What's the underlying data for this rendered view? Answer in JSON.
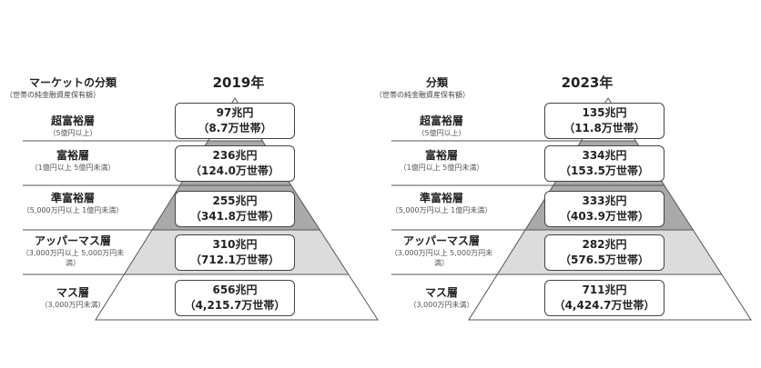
{
  "panels": [
    {
      "header": "マーケットの分類",
      "subheader": "（世帯の純金融資産保有額）",
      "year": "2019年",
      "tiers": [
        {
          "name": "超富裕層",
          "range": "（5億円以上）",
          "amount": "97兆円",
          "households": "（8.7万世帯）"
        },
        {
          "name": "富裕層",
          "range": "（1億円以上 5億円未満）",
          "amount": "236兆円",
          "households": "（124.0万世帯）"
        },
        {
          "name": "準富裕層",
          "range": "（5,000万円以上 1億円未満）",
          "amount": "255兆円",
          "households": "（341.8万世帯）"
        },
        {
          "name": "アッパーマス層",
          "range": "（3,000万円以上 5,000万円未満）",
          "amount": "310兆円",
          "households": "（712.1万世帯）"
        },
        {
          "name": "マス層",
          "range": "（3,000万円未満）",
          "amount": "656兆円",
          "households": "（4,215.7万世帯）"
        }
      ]
    },
    {
      "header": "分類",
      "subheader": "（世帯の純金融資産保有額）",
      "year": "2023年",
      "tiers": [
        {
          "name": "超富裕層",
          "range": "（5億円以上）",
          "amount": "135兆円",
          "households": "（11.8万世帯）"
        },
        {
          "name": "富裕層",
          "range": "（1億円以上 5億円未満）",
          "amount": "334兆円",
          "households": "（153.5万世帯）"
        },
        {
          "name": "準富裕層",
          "range": "（5,000万円以上 1億円未満）",
          "amount": "333兆円",
          "households": "（403.9万世帯）"
        },
        {
          "name": "アッパーマス層",
          "range": "（3,000万円以上 5,000万円未満）",
          "amount": "282兆円",
          "households": "（576.5万世帯）"
        },
        {
          "name": "マス層",
          "range": "（3,000万円未満）",
          "amount": "711兆円",
          "households": "（4,424.7万世帯）"
        }
      ]
    }
  ],
  "colors": {
    "band_dark": "#a9a9a9",
    "band_light": "#dcdcdc",
    "line": "#555555"
  }
}
